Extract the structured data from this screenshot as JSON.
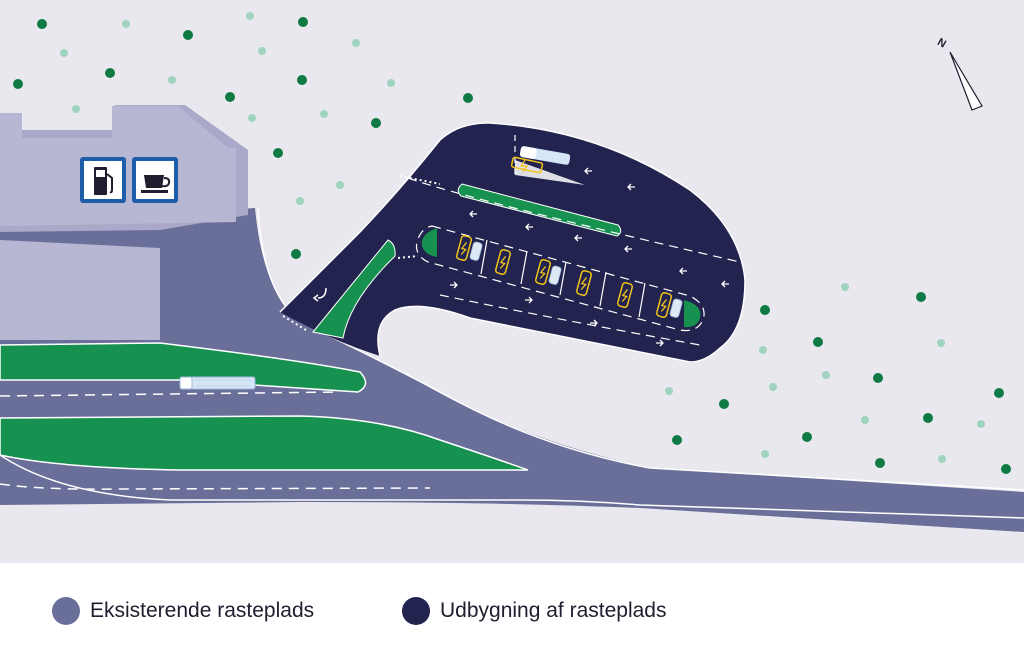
{
  "map": {
    "compass_label": "N",
    "icons": [
      "fuel-pump-icon",
      "coffee-cup-icon",
      "ev-charging-icon",
      "car-icon",
      "truck-icon",
      "north-arrow-icon"
    ],
    "colors": {
      "background": "#e8e8ee",
      "existing_area": "#6a6f9a",
      "extension_area": "#23234f",
      "building_light": "#b7b6d3",
      "building_mid": "#aaa9c9",
      "grass": "#17914f",
      "tree_dark": "#0f7a43",
      "tree_light": "#9fd3c0",
      "charging": "#f0c419",
      "sign_blue": "#1e5ea8"
    }
  },
  "legend": {
    "existing": {
      "label": "Eksisterende rasteplads",
      "color": "#6a6f9a"
    },
    "extension": {
      "label": "Udbygning af rasteplads",
      "color": "#23234f"
    }
  }
}
